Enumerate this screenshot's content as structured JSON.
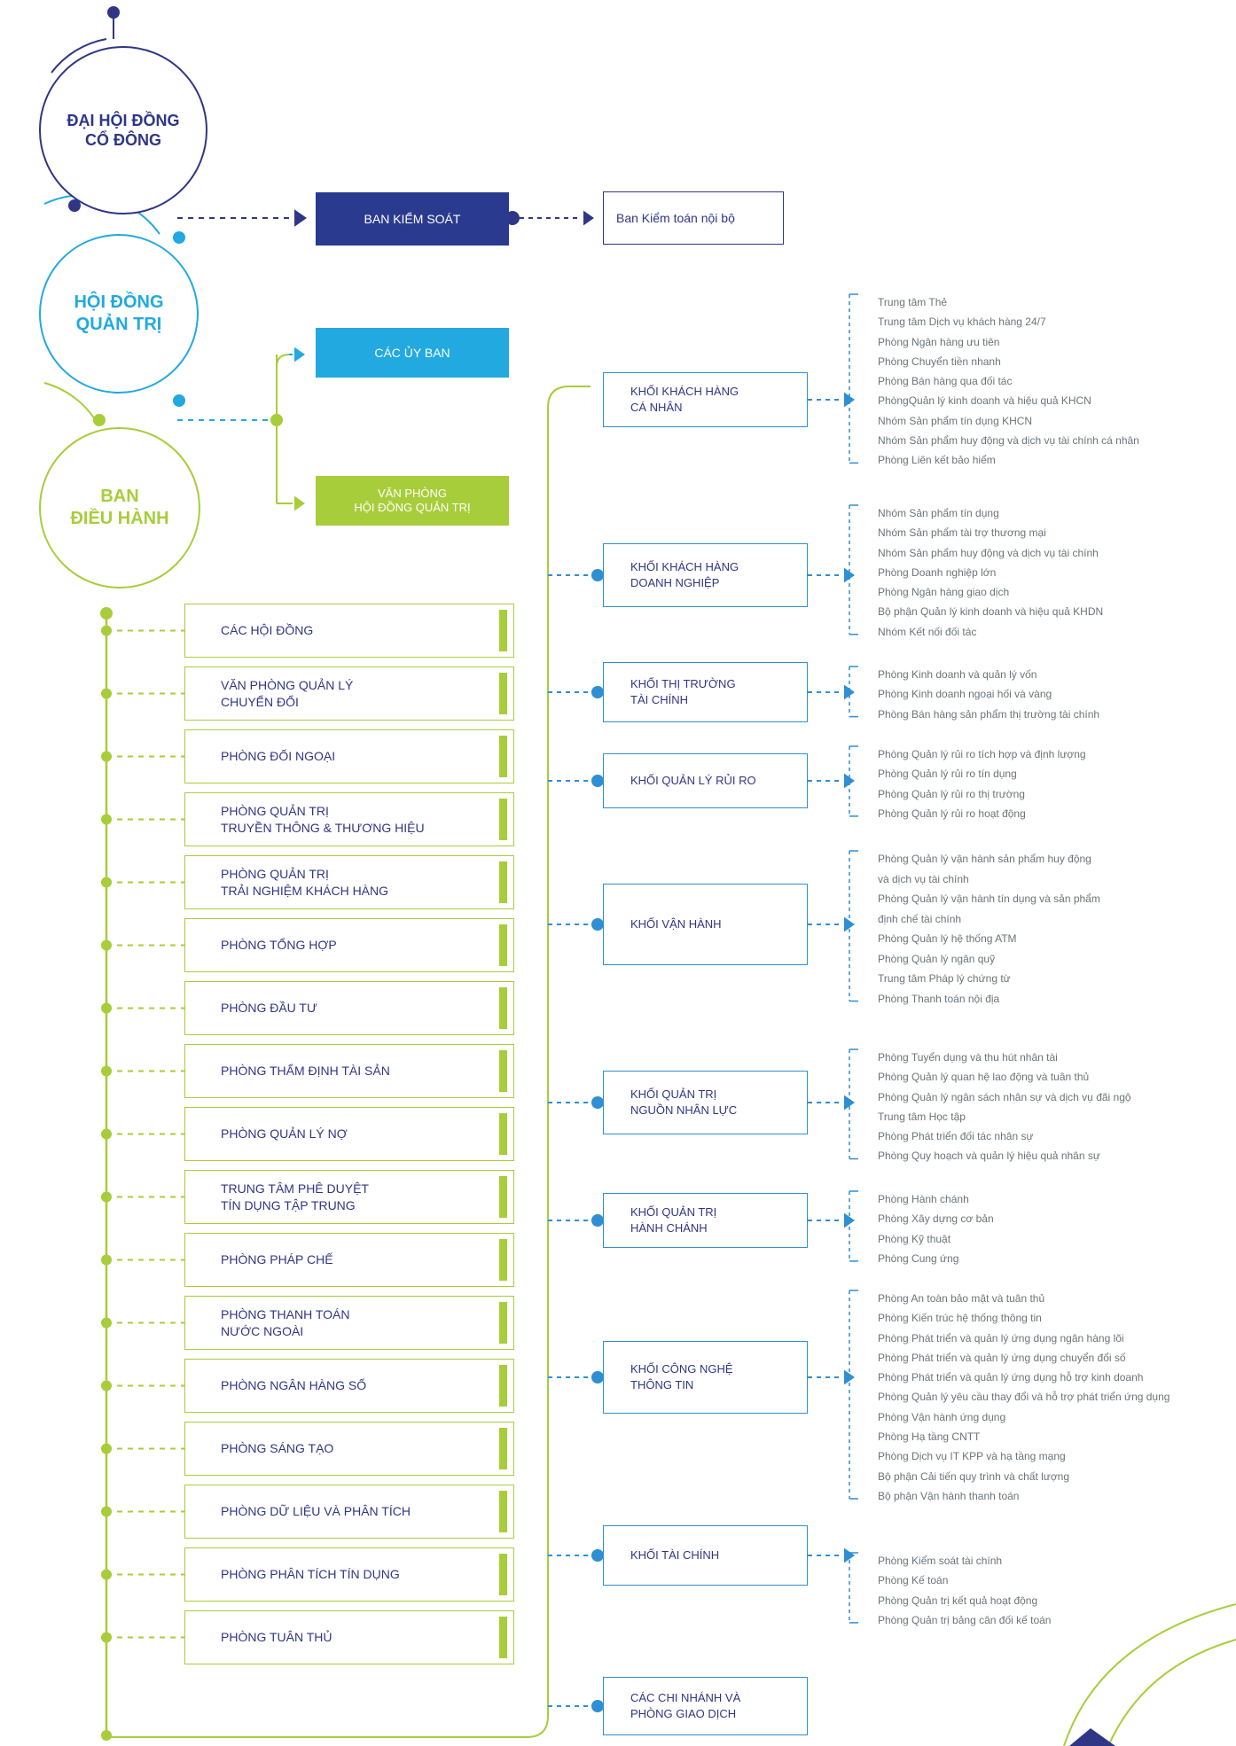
{
  "top": {
    "shareholders": [
      "ĐẠI HỘI ĐỒNG",
      "CỔ ĐÔNG"
    ],
    "board": [
      "HỘI ĐỒNG",
      "QUẢN TRỊ"
    ],
    "executive": [
      "BAN",
      "ĐIỀU HÀNH"
    ],
    "supervisory": "BAN KIỂM SOÁT",
    "internal_audit": "Ban Kiểm toán nội bộ",
    "committees": "CÁC ỦY BAN",
    "board_office": [
      "VĂN PHÒNG",
      "HỘI ĐỒNG QUẢN TRỊ"
    ]
  },
  "departments": [
    [
      "CÁC HỘI ĐỒNG"
    ],
    [
      "VĂN PHÒNG QUẢN LÝ",
      "CHUYỂN ĐỔI"
    ],
    [
      "PHÒNG ĐỐI NGOẠI"
    ],
    [
      "PHÒNG QUẢN TRỊ",
      "TRUYỀN THÔNG & THƯƠNG HIỆU"
    ],
    [
      "PHÒNG QUẢN TRỊ",
      "TRẢI NGHIỆM KHÁCH HÀNG"
    ],
    [
      "PHÒNG TỔNG HỢP"
    ],
    [
      "PHÒNG ĐẦU TƯ"
    ],
    [
      "PHÒNG THẨM ĐỊNH TÀI SẢN"
    ],
    [
      "PHÒNG QUẢN LÝ NỢ"
    ],
    [
      "TRUNG TÂM PHÊ DUYỆT",
      "TÍN DỤNG TẬP TRUNG"
    ],
    [
      "PHÒNG PHÁP CHẾ"
    ],
    [
      "PHÒNG THANH TOÁN",
      "NƯỚC NGOÀI"
    ],
    [
      "PHÒNG NGÂN HÀNG SỐ"
    ],
    [
      "PHÒNG SÁNG TẠO"
    ],
    [
      "PHÒNG DỮ LIỆU VÀ PHÂN TÍCH"
    ],
    [
      "PHÒNG PHÂN TÍCH TÍN DỤNG"
    ],
    [
      "PHÒNG TUÂN THỦ"
    ]
  ],
  "divisions": [
    {
      "name": [
        "KHỐI KHÁCH HÀNG",
        "CÁ NHÂN"
      ],
      "units": [
        "Trung tâm Thẻ",
        "Trung tâm Dịch vụ khách hàng 24/7",
        "Phòng Ngân hàng ưu tiên",
        "Phòng Chuyển tiền nhanh",
        "Phòng Bán hàng qua đối tác",
        "PhòngQuản lý kinh doanh và hiệu quả KHCN",
        "Nhóm Sản phẩm tín dụng KHCN",
        "Nhóm Sản phẩm huy động và dịch vụ tài chính cá nhân",
        "Phòng Liên kết bảo hiểm"
      ]
    },
    {
      "name": [
        "KHỐI KHÁCH HÀNG",
        "DOANH NGHIỆP"
      ],
      "units": [
        "Nhóm Sản phẩm tín dụng",
        "Nhóm Sản phẩm tài trợ thương mại",
        "Nhóm Sản phẩm huy động và dịch vụ tài chính",
        "Phòng Doanh nghiệp lớn",
        "Phòng Ngân hàng giao dịch",
        "Bộ phận Quản lý kinh doanh và hiệu quả KHDN",
        "Nhóm Kết nối đối tác"
      ]
    },
    {
      "name": [
        "KHỐI THỊ TRƯỜNG",
        "TÀI CHÍNH"
      ],
      "units": [
        "Phòng Kinh doanh và quản lý vốn",
        "Phòng Kinh doanh ngoại hối và vàng",
        "Phòng Bán hàng sản phẩm thị trường tài chính"
      ]
    },
    {
      "name": [
        "KHỐI QUẢN LÝ RỦI RO"
      ],
      "units": [
        "Phòng Quản lý rủi ro tích hợp và định lượng",
        "Phòng Quản lý rủi ro tín dụng",
        "Phòng Quản lý rủi ro thị trường",
        "Phòng Quản lý rủi ro hoạt động"
      ]
    },
    {
      "name": [
        "KHỐI VẬN HÀNH"
      ],
      "units": [
        "Phòng Quản lý vận hành sản phẩm huy động",
        "và dịch vụ tài chính",
        "Phòng Quản lý vận hành tín dụng và sản phẩm",
        "định chế tài chính",
        "Phòng Quản lý hệ thống ATM",
        "Phòng Quản lý ngân quỹ",
        "Trung tâm Pháp lý chứng từ",
        "Phòng Thanh toán nội địa"
      ]
    },
    {
      "name": [
        "KHỐI QUẢN TRỊ",
        "NGUỒN NHÂN LỰC"
      ],
      "units": [
        "Phòng Tuyển dụng và thu hút nhân tài",
        "Phòng Quản lý quan hệ lao động và tuân thủ",
        "Phòng Quản lý ngân sách nhân sự và dịch vụ đãi ngộ",
        "Trung tâm Học tập",
        "Phòng Phát triển đối tác nhân sự",
        "Phòng Quy hoạch và quản lý hiệu quả nhân sự"
      ]
    },
    {
      "name": [
        "KHỐI QUẢN TRỊ",
        "HÀNH CHÁNH"
      ],
      "units": [
        "Phòng Hành chánh",
        "Phòng Xây dựng cơ bản",
        "Phòng Kỹ thuật",
        "Phòng Cung ứng"
      ]
    },
    {
      "name": [
        "KHỐI CÔNG NGHỆ",
        "THÔNG TIN"
      ],
      "units": [
        "Phòng An toàn bảo mật và tuân thủ",
        "Phòng Kiến trúc hệ thống thông tin",
        "Phòng Phát triển và quản lý ứng dụng ngân hàng lõi",
        "Phòng Phát triển và quản lý ứng dụng chuyển đổi số",
        "Phòng Phát triển và quản lý ứng dụng hỗ trợ kinh doanh",
        "Phòng Quản lý yêu cầu thay đổi và hỗ trợ phát triển ứng dụng",
        "Phòng Vận hành ứng dụng",
        "Phòng Hạ tầng CNTT",
        "Phòng Dịch vụ IT KPP và hạ tầng mạng",
        "Bộ phận Cải tiến quy trình và chất lượng",
        "Bộ phận Vận hành thanh toán"
      ]
    },
    {
      "name": [
        "KHỐI TÀI CHÍNH"
      ],
      "units": [
        "Phòng Kiểm soát tài chính",
        "Phòng Kế toán",
        "Phòng Quản trị kết quả hoạt động",
        "Phòng Quản trị bảng cân đối kế toán"
      ]
    },
    {
      "name": [
        "CÁC CHI NHÁNH VÀ",
        "PHÒNG GIAO DỊCH"
      ],
      "units": []
    }
  ],
  "colors": {
    "navy": "#2f3685",
    "cyan": "#22a9df",
    "lime": "#a8cd3a",
    "blue": "#2e8fd2"
  }
}
